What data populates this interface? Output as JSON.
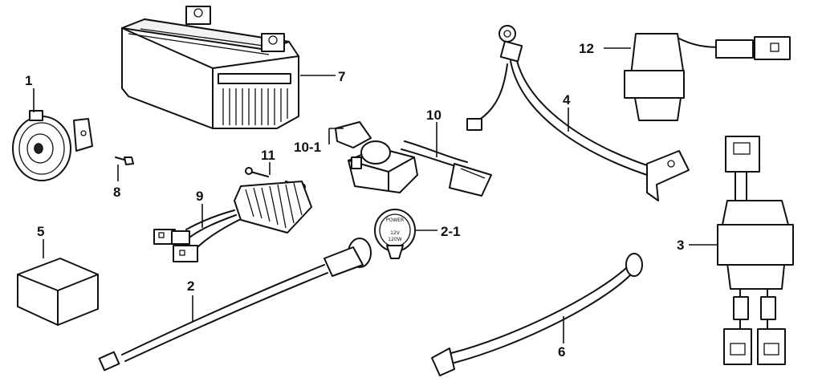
{
  "labels": {
    "p1": "1",
    "p2": "2",
    "p2_1": "2-1",
    "p3": "3",
    "p4": "4",
    "p5": "5",
    "p6": "6",
    "p7": "7",
    "p8": "8",
    "p9": "9",
    "p10": "10",
    "p10_1": "10-1",
    "p11": "11",
    "p12": "12"
  },
  "socket_text": {
    "ring": "POWER",
    "line1": "12V",
    "line2": "120W"
  }
}
